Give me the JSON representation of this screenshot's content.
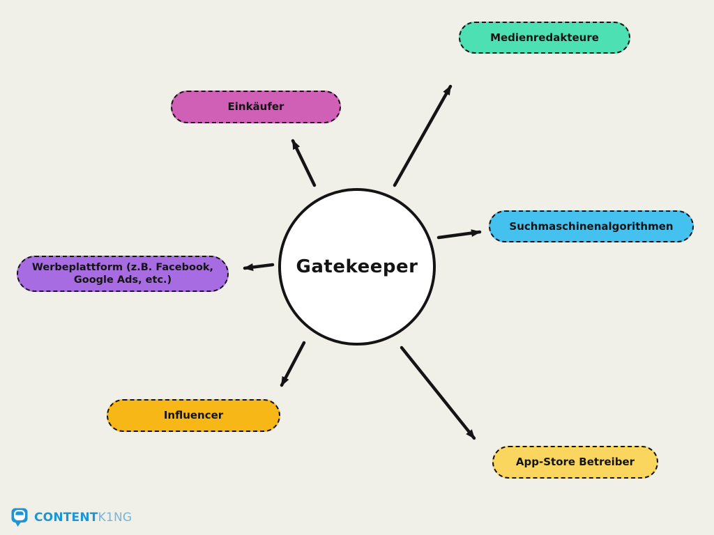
{
  "diagram": {
    "center": {
      "label": "Gatekeeper"
    },
    "nodes": [
      {
        "id": "medienredakteure",
        "label": "Medienredakteure",
        "color": "#4de0b3"
      },
      {
        "id": "einkaeufer",
        "label": "Einkäufer",
        "color": "#d060b5"
      },
      {
        "id": "suchmaschinenalgorithmen",
        "label": "Suchmaschinenalgorithmen",
        "color": "#45c1f0"
      },
      {
        "id": "werbeplattform",
        "label": "Werbeplattform (z.B. Facebook, Google Ads, etc.)",
        "color": "#a76ce2"
      },
      {
        "id": "influencer",
        "label": "Influencer",
        "color": "#f6b717"
      },
      {
        "id": "app_store_betreiber",
        "label": "App-Store Betreiber",
        "color": "#fad65e"
      }
    ],
    "outline_color": "#141414",
    "background_color": "#f1f0e8"
  },
  "logo": {
    "text_primary": "CONTENT",
    "text_secondary": "K1NG",
    "color_primary": "#1d95d4",
    "color_secondary": "#74b5da"
  }
}
